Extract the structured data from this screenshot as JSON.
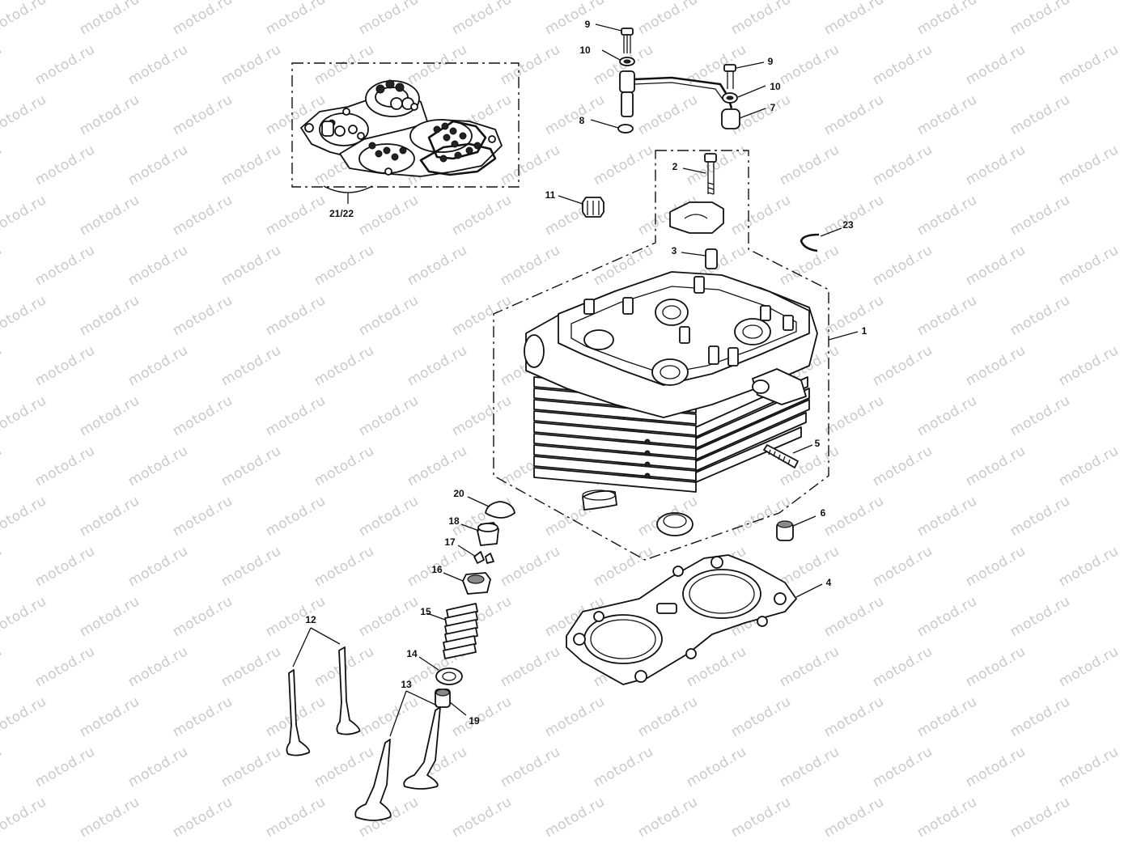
{
  "watermark": {
    "text": "motod.ru"
  },
  "labels": {
    "p1": "1",
    "p2": "2",
    "p3": "3",
    "p4": "4",
    "p5": "5",
    "p6": "6",
    "p7": "7",
    "p8": "8",
    "p9a": "9",
    "p9b": "9",
    "p10a": "10",
    "p10b": "10",
    "p11": "11",
    "p12": "12",
    "p13": "13",
    "p14": "14",
    "p15": "15",
    "p16": "16",
    "p17": "17",
    "p18": "18",
    "p19": "19",
    "p20": "20",
    "p2122": "21/22",
    "p23": "23"
  }
}
